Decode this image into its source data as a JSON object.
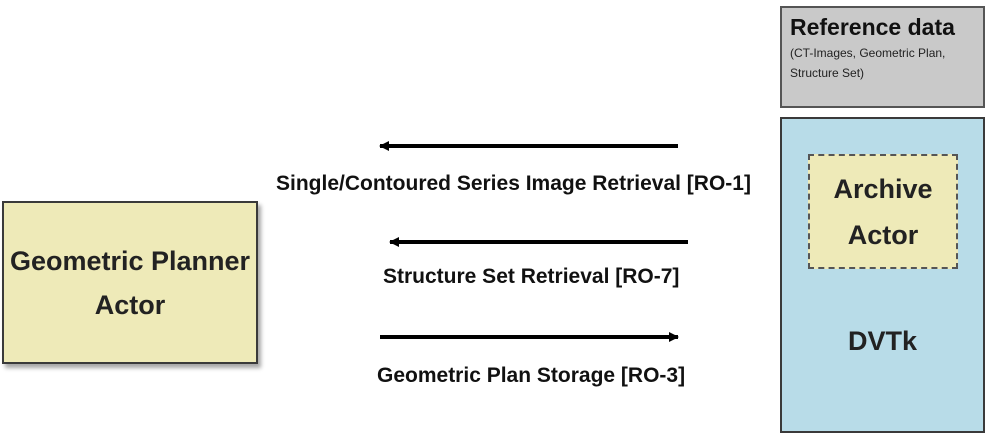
{
  "planner": {
    "line1": "Geometric Planner",
    "line2": "Actor"
  },
  "reference_data": {
    "title": "Reference data",
    "subtitle_line1": "(CT-Images, Geometric Plan,",
    "subtitle_line2": "Structure Set)"
  },
  "archive": {
    "line1": "Archive",
    "line2": "Actor"
  },
  "dvtk": {
    "label": "DVTk"
  },
  "transactions": [
    {
      "label": "Single/Contoured Series Image Retrieval [RO-1]",
      "direction": "left"
    },
    {
      "label": "Structure Set Retrieval [RO-7]",
      "direction": "left"
    },
    {
      "label": "Geometric Plan Storage [RO-3]",
      "direction": "right"
    }
  ],
  "colors": {
    "actor_fill": "#eeeab8",
    "reference_fill": "#c9c9c9",
    "dvtk_fill": "#b8dce8"
  }
}
